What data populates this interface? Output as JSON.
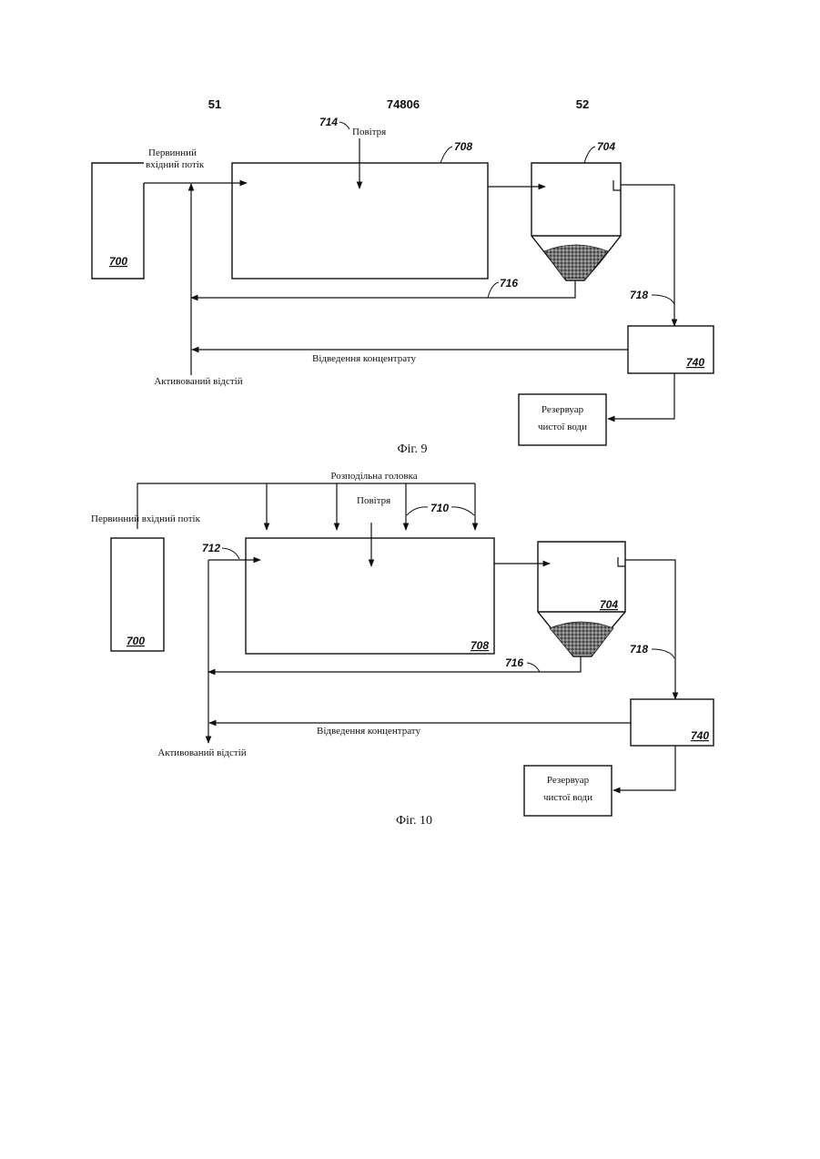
{
  "header": {
    "left_page": "51",
    "patent_number": "74806",
    "right_page": "52"
  },
  "fig9": {
    "caption": "Фіг. 9",
    "primary_inflow_line1": "Первинний",
    "primary_inflow_line2": "вхідний потік",
    "air": "Повітря",
    "concentrate_removal": "Відведення концентрату",
    "activated_sludge": "Активований відстій",
    "reservoir_line1": "Резервуар",
    "reservoir_line2": "чистої води",
    "refs": {
      "r700": "700",
      "r714": "714",
      "r708": "708",
      "r704": "704",
      "r716": "716",
      "r718": "718",
      "r740": "740"
    }
  },
  "fig10": {
    "caption": "Фіг. 10",
    "distribution_head": "Розподільна головка",
    "air": "Повітря",
    "primary_inflow": "Первинний вхідний потік",
    "concentrate_removal": "Відведення концентрату",
    "activated_sludge": "Активований відстій",
    "reservoir_line1": "Резервуар",
    "reservoir_line2": "чистої води",
    "refs": {
      "r700": "700",
      "r710": "710",
      "r712": "712",
      "r704": "704",
      "r708": "708",
      "r716": "716",
      "r718": "718",
      "r740": "740"
    }
  }
}
